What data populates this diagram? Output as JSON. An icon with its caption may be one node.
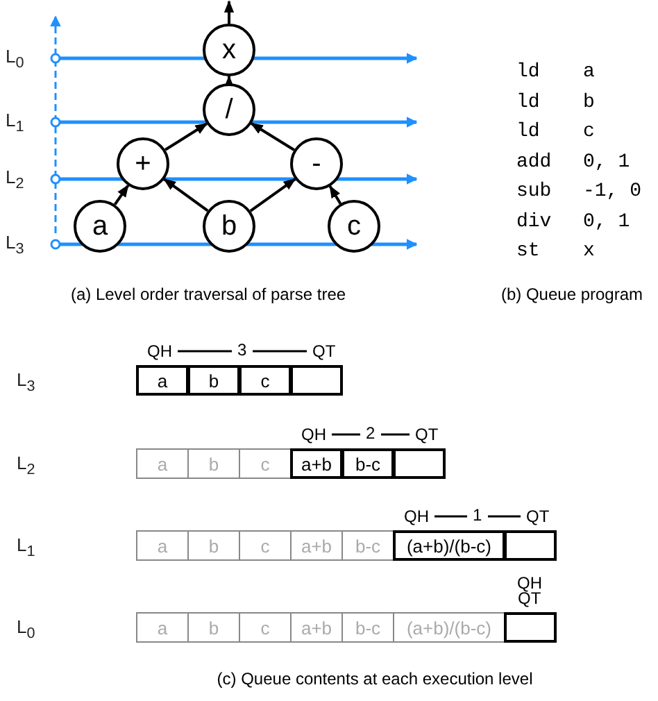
{
  "diagram": {
    "nodes": [
      {
        "text": [
          "x"
        ]
      },
      {
        "text": [
          "/"
        ]
      },
      {
        "text": [
          "+"
        ]
      },
      {
        "text": [
          "-"
        ]
      },
      {
        "text": [
          "a"
        ]
      },
      {
        "text": [
          "b"
        ]
      },
      {
        "text": [
          "c"
        ]
      }
    ],
    "edges": [
      {
        "from": 0,
        "to": null,
        "arrow": "to"
      },
      {
        "from": 1,
        "to": 0,
        "arrow": "to"
      },
      {
        "from": 2,
        "to": 1,
        "arrow": "to"
      },
      {
        "from": 3,
        "to": 1,
        "arrow": "to"
      },
      {
        "from": 4,
        "to": 2,
        "arrow": "to"
      },
      {
        "from": 5,
        "to": 2,
        "arrow": "to"
      },
      {
        "from": 5,
        "to": 3,
        "arrow": "to"
      },
      {
        "from": 6,
        "to": 3,
        "arrow": "to"
      }
    ],
    "labels": [
      "L$_{0}$",
      "L$_{1}$",
      "L$_{2}$",
      "L$_{3}$",
      "ld",
      "a",
      "ld",
      "b",
      "ld",
      "c",
      "add",
      "0, 1",
      "sub",
      "-1, 0",
      "div",
      "0, 1",
      "st",
      "x",
      "(a) Level order traversal of parse tree",
      "(b) Queue program",
      "L$_{3}$",
      "QH",
      "3",
      "QT",
      "a",
      "b",
      "c",
      "L$_{2}$",
      "QH",
      "2",
      "QT",
      "a",
      "b",
      "c",
      "a+b",
      "b-c",
      "L$_{1}$",
      "QH",
      "1",
      "QT",
      "a",
      "b",
      "c",
      "a+b",
      "b-c",
      "(a+b)/(b-c)",
      "L$_{0}$",
      "QH",
      "QT",
      "a",
      "b",
      "c",
      "a+b",
      "b-c",
      "(a+b)/(b-c)",
      "(c) Queue contents at each execution level"
    ]
  }
}
